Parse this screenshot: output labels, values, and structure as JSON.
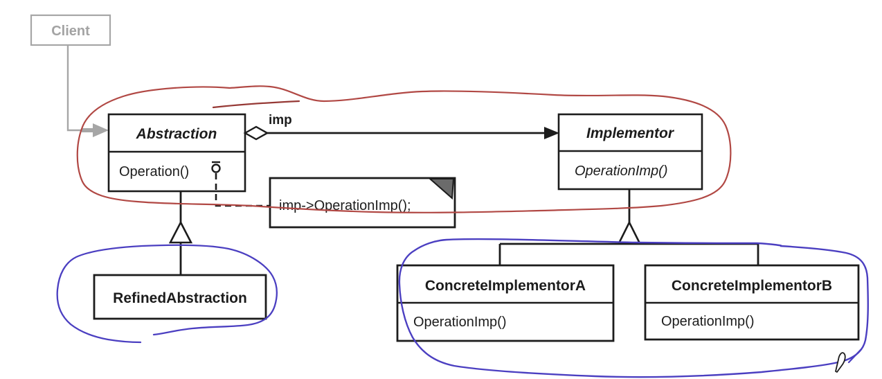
{
  "diagram_kind": "uml-class-diagram",
  "client": {
    "label": "Client"
  },
  "abstraction": {
    "title": "Abstraction",
    "method": "Operation()"
  },
  "association": {
    "label": "imp"
  },
  "implementor": {
    "title": "Implementor",
    "method": "OperationImp()"
  },
  "note": {
    "text": "imp->OperationImp();"
  },
  "refined_abstraction": {
    "title": "RefinedAbstraction"
  },
  "concrete_implementor_a": {
    "title": "ConcreteImplementorA",
    "method": "OperationImp()"
  },
  "concrete_implementor_b": {
    "title": "ConcreteImplementorB",
    "method": "OperationImp()"
  },
  "colors": {
    "diagram_line": "#1c1c1c",
    "client_gray": "#a6a6a6",
    "annotation_red": "#b14844",
    "annotation_red_dark": "#963935",
    "annotation_blue": "#4b3fc1",
    "note_fold_gray": "#6b6b6b"
  }
}
